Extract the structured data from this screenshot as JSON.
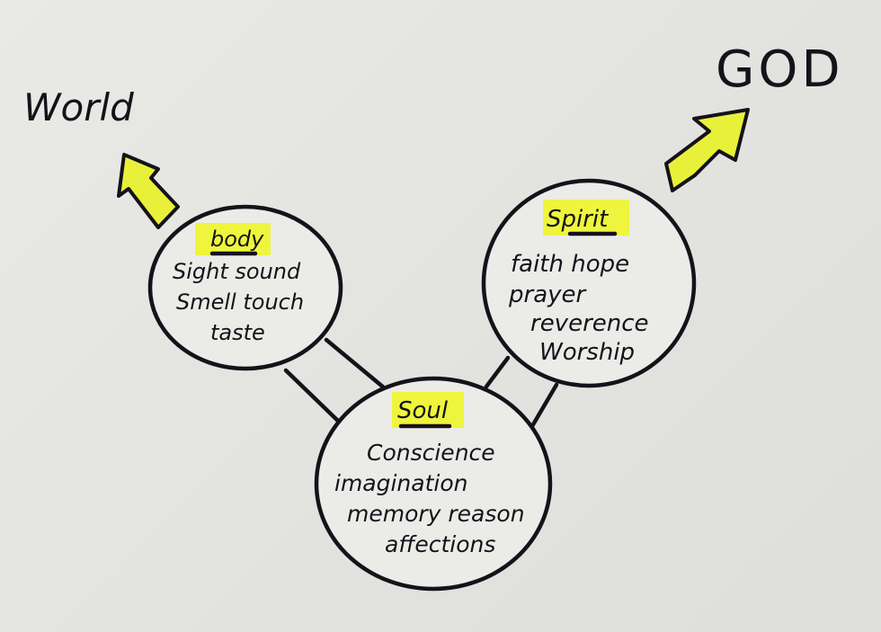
{
  "diagram": {
    "left_target": "World",
    "right_target": "GOD",
    "nodes": {
      "body": {
        "label": "body",
        "lines": [
          "Sight sound",
          "Smell touch",
          "taste"
        ]
      },
      "spirit": {
        "label": "Spirit",
        "lines": [
          "faith  hope",
          "prayer",
          "reverence",
          "Worship"
        ]
      },
      "soul": {
        "label": "Soul",
        "lines": [
          "Conscience",
          "imagination",
          "memory reason",
          "affections"
        ]
      }
    },
    "colors": {
      "ink": "#15121a",
      "highlight": "#eef53c",
      "arrow_fill": "#e8f03a",
      "paper": "#e6e6e3"
    }
  }
}
